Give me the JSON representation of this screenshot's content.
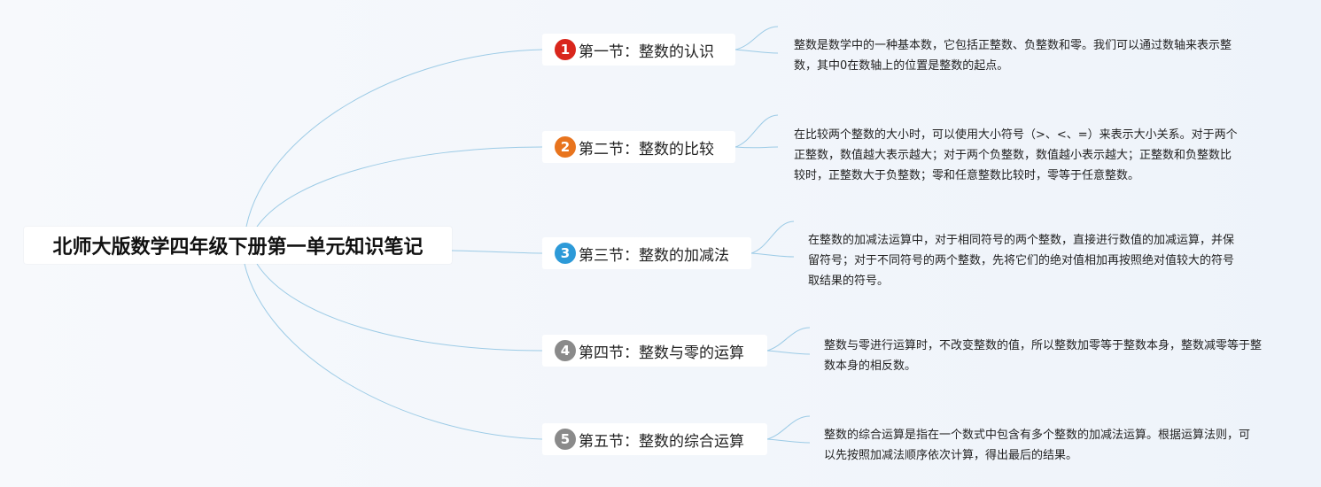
{
  "root": {
    "title": "北师大版数学四年级下册第一单元知识笔记"
  },
  "topics": [
    {
      "number": "1",
      "badge_color": "#d9261c",
      "title": "第一节：整数的认识",
      "detail": "整数是数学中的一种基本数，它包括正整数、负整数和零。我们可以通过数轴来表示整数，其中0在数轴上的位置是整数的起点。"
    },
    {
      "number": "2",
      "badge_color": "#e8741e",
      "title": "第二节：整数的比较",
      "detail": "在比较两个整数的大小时，可以使用大小符号（>、<、=）来表示大小关系。对于两个正整数，数值越大表示越大；对于两个负整数，数值越小表示越大；正整数和负整数比较时，正整数大于负整数；零和任意整数比较时，零等于任意整数。"
    },
    {
      "number": "3",
      "badge_color": "#2d9ad8",
      "title": "第三节：整数的加减法",
      "detail": "在整数的加减法运算中，对于相同符号的两个整数，直接进行数值的加减运算，并保留符号；对于不同符号的两个整数，先将它们的绝对值相加再按照绝对值较大的符号取结果的符号。"
    },
    {
      "number": "4",
      "badge_color": "#8a8a8a",
      "title": "第四节：整数与零的运算",
      "detail": "整数与零进行运算时，不改变整数的值，所以整数加零等于整数本身，整数减零等于整数本身的相反数。"
    },
    {
      "number": "5",
      "badge_color": "#8a8a8a",
      "title": "第五节：整数的综合运算",
      "detail": "整数的综合运算是指在一个数式中包含有多个整数的加减法运算。根据运算法则，可以先按照加减法顺序依次计算，得出最后的结果。"
    }
  ],
  "colors": {
    "connector": "#9ccbe6"
  }
}
